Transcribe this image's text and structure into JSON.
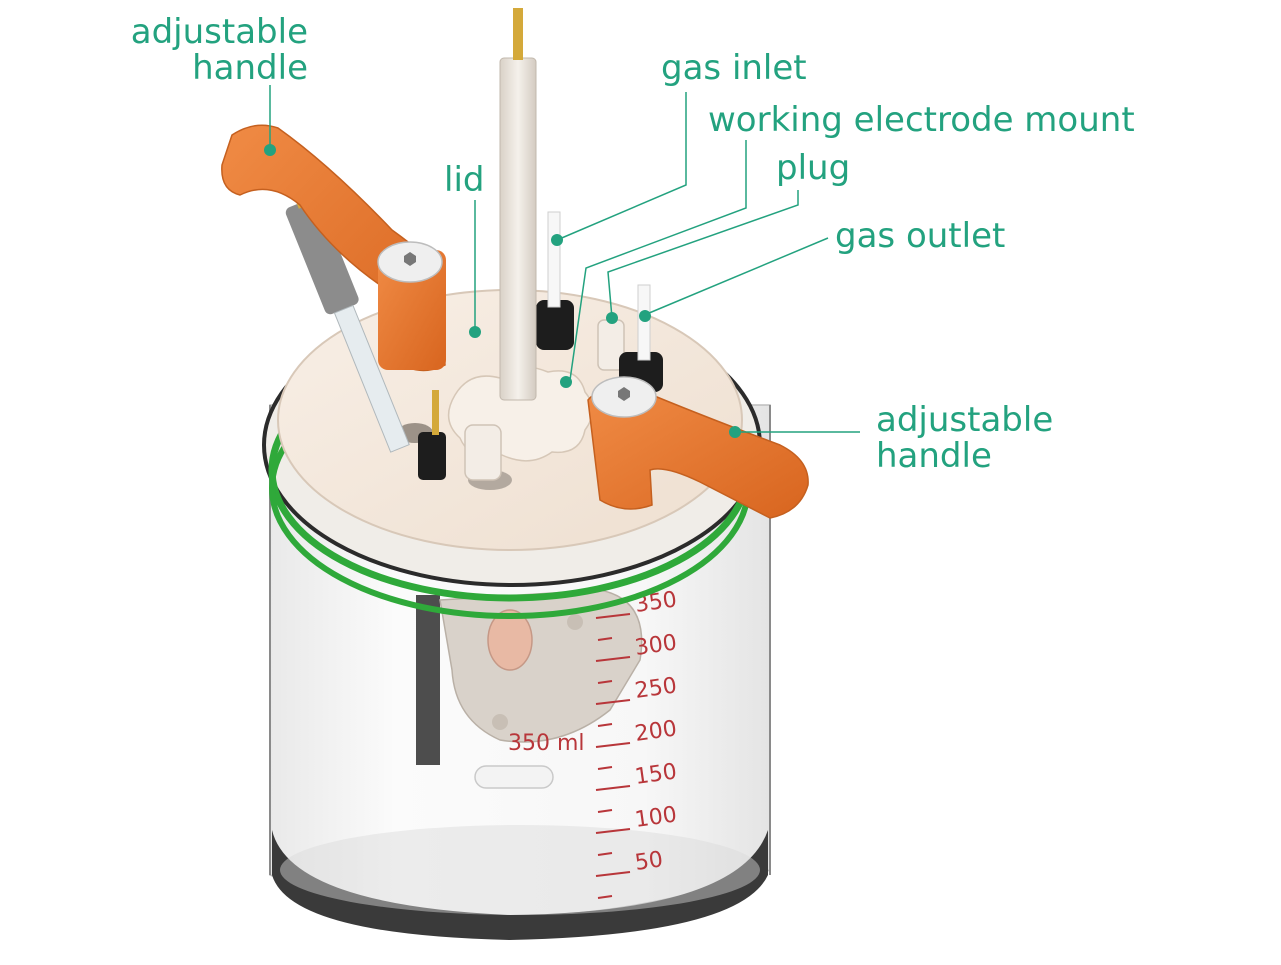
{
  "colors": {
    "label_text": "#23a27f",
    "leader_line": "#23a27f",
    "handle_orange": "#e5772f",
    "seal_green": "#2fa93a",
    "lid_cream": "#f4e7db",
    "glass_outline": "#1c1c1c",
    "graduation_red": "#b8363a",
    "electrode_white": "#f1ece6",
    "counter_rod_gray": "#4d4d4d"
  },
  "labels": {
    "handle_left": [
      "adjustable",
      "handle"
    ],
    "gas_inlet": "gas inlet",
    "working_electrode_mount": "working electrode mount",
    "plug": "plug",
    "lid": "lid",
    "gas_outlet": "gas outlet",
    "handle_right": [
      "adjustable",
      "handle"
    ]
  },
  "beaker": {
    "capacity_label": "350 ml",
    "graduations": [
      "350",
      "300",
      "250",
      "200",
      "150",
      "100",
      "50"
    ]
  }
}
